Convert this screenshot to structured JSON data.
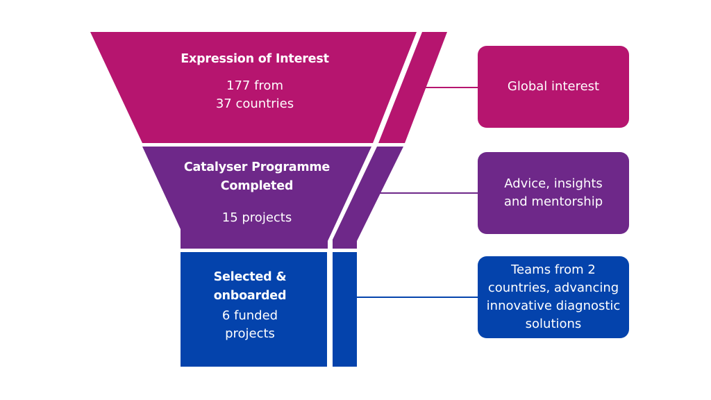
{
  "colors": {
    "magenta": "#b6156f",
    "purple": "#6e2889",
    "blue": "#0443ac",
    "background": "#ffffff"
  },
  "stages": [
    {
      "title": "Expression of Interest",
      "subtitle_lines": [
        "177 from",
        "37 countries"
      ],
      "callout": "Global interest"
    },
    {
      "title_lines": [
        "Catalyser Programme",
        "Completed"
      ],
      "subtitle": "15 projects",
      "callout_lines": [
        "Advice, insights",
        "and mentorship"
      ]
    },
    {
      "title_lines": [
        "Selected &",
        "onboarded"
      ],
      "subtitle_lines": [
        "6 funded",
        "projects"
      ],
      "callout_lines": [
        "Teams from 2",
        "countries, advancing",
        "innovative diagnostic",
        "solutions"
      ]
    }
  ]
}
